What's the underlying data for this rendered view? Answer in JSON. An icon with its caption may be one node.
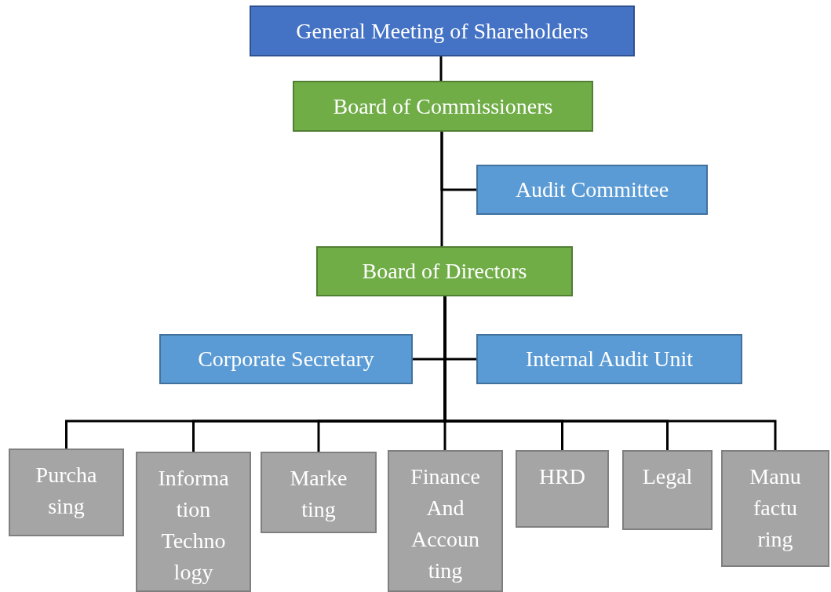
{
  "diagram": {
    "nodes": [
      {
        "text": [
          "General Meeting of Shareholders"
        ]
      },
      {
        "text": [
          "Board of Commissioners"
        ]
      },
      {
        "text": [
          "Audit Committee"
        ]
      },
      {
        "text": [
          "Board of Directors"
        ]
      },
      {
        "text": [
          "Corporate Secretary"
        ]
      },
      {
        "text": [
          "Internal Audit Unit"
        ]
      },
      {
        "text": [
          "Purcha sing"
        ]
      },
      {
        "text": [
          "Informa tion Techno logy"
        ]
      },
      {
        "text": [
          "Marke ting"
        ]
      },
      {
        "text": [
          "Finance And Accoun ting"
        ]
      },
      {
        "text": [
          "HRD"
        ]
      },
      {
        "text": [
          "Legal"
        ]
      },
      {
        "text": [
          "Manu factu ring"
        ]
      }
    ],
    "edges": [
      {
        "from": 0,
        "to": 1,
        "arrow": "none"
      },
      {
        "from": 1,
        "to": 2,
        "arrow": "none"
      },
      {
        "from": 1,
        "to": 3,
        "arrow": "none"
      },
      {
        "from": 3,
        "to": 4,
        "arrow": "none"
      },
      {
        "from": 3,
        "to": 5,
        "arrow": "none"
      },
      {
        "from": 3,
        "to": 6,
        "arrow": "none"
      },
      {
        "from": 3,
        "to": 7,
        "arrow": "none"
      },
      {
        "from": 3,
        "to": 8,
        "arrow": "none"
      },
      {
        "from": 3,
        "to": 9,
        "arrow": "none"
      },
      {
        "from": 3,
        "to": 10,
        "arrow": "none"
      },
      {
        "from": 3,
        "to": 11,
        "arrow": "none"
      },
      {
        "from": 3,
        "to": 12,
        "arrow": "none"
      }
    ]
  }
}
